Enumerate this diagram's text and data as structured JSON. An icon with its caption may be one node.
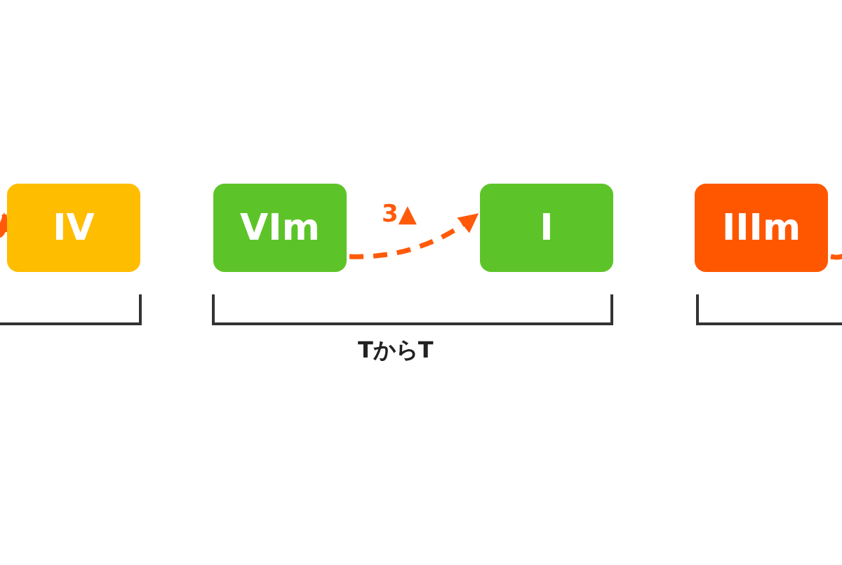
{
  "diagram": {
    "nodes": [
      {
        "text": [
          "IV"
        ]
      },
      {
        "text": [
          "VIm"
        ]
      },
      {
        "text": [
          "I"
        ]
      },
      {
        "text": [
          "IIIm"
        ]
      }
    ],
    "edges": [
      {
        "from": null,
        "to": 0,
        "arrow": "to"
      },
      {
        "from": 1,
        "to": 2,
        "arrow": "to",
        "label": "3▲",
        "style": "dashed"
      },
      {
        "from": 3,
        "to": null,
        "arrow": "none",
        "style": "dashed"
      }
    ],
    "labels": [
      "TからT"
    ]
  }
}
